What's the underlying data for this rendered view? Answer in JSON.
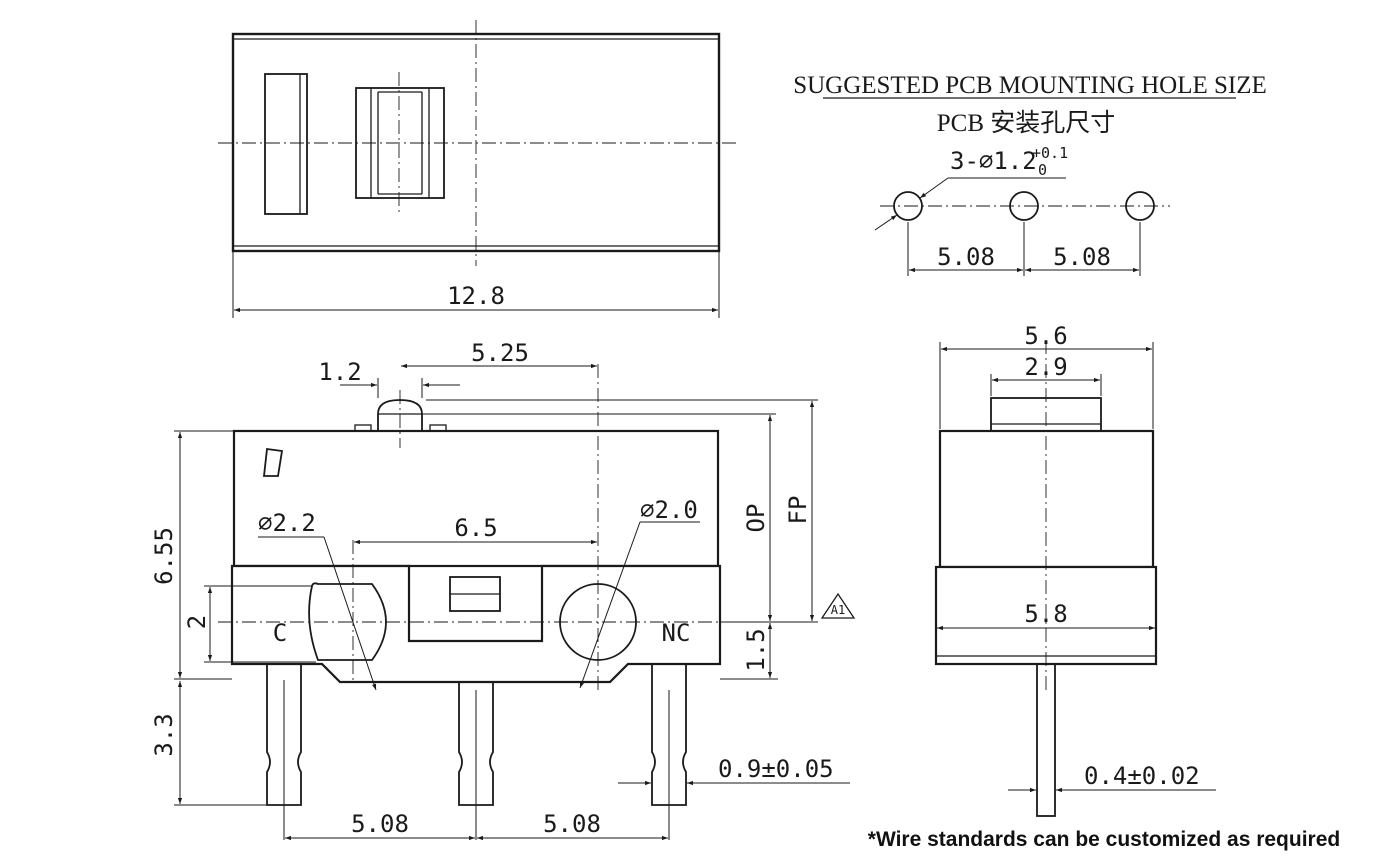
{
  "pcb_section": {
    "title": "SUGGESTED PCB MOUNTING HOLE SIZE",
    "subtitle": "PCB 安装孔尺寸",
    "hole_spec_prefix": "3-⌀1.2",
    "hole_tol_upper": "+0.1",
    "hole_tol_lower": "0",
    "pitch_left": "5.08",
    "pitch_right": "5.08"
  },
  "top_view": {
    "width_dim": "12.8"
  },
  "front_view": {
    "dim_actuator_width": "1.2",
    "dim_actuator_offset": "5.25",
    "dim_hole_spacing": "6.5",
    "dim_hole_left": "⌀2.2",
    "dim_hole_right": "⌀2.0",
    "dim_body_height": "6.55",
    "dim_lower_height": "2",
    "dim_pin_length": "3.3",
    "dim_op": "OP",
    "dim_fp": "FP",
    "dim_1_5": "1.5",
    "label_common": "C",
    "label_nc": "NC",
    "rev_mark": "A1",
    "pin_pitch_left": "5.08",
    "pin_pitch_right": "5.08",
    "pin_width": "0.9±0.05"
  },
  "side_view": {
    "dim_body_width": "5.6",
    "dim_actuator_width": "2.9",
    "dim_base_width": "5.8",
    "dim_pin_thickness": "0.4±0.02"
  },
  "footnote": "*Wire standards can be customized as required"
}
